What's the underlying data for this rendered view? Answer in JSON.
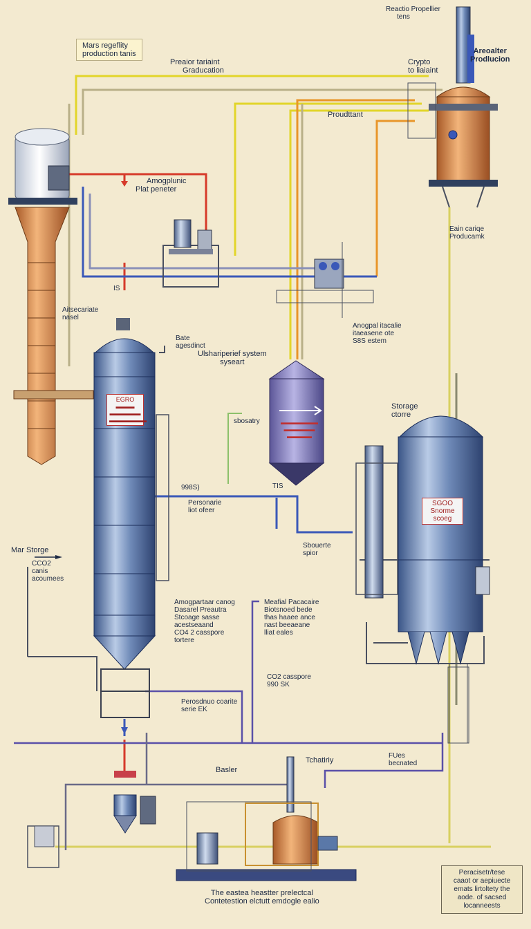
{
  "labels": {
    "top_right_title": "Reactio Propellier",
    "top_right_sub": "tens",
    "mars_box": [
      "Mars regeflity",
      "production tanis"
    ],
    "preaior": [
      "Preaior tariaint",
      "Graducation"
    ],
    "crypto": [
      "Crypto",
      "to liaiaint"
    ],
    "areoalter": [
      "Areoalter",
      "Prodlucion"
    ],
    "producttant": "Proudttant",
    "amogplunic": [
      "Amogplunic",
      "Plat peneter"
    ],
    "eain": [
      "Eain cariqe",
      "Producamk"
    ],
    "is": "IS",
    "aitsecariate": [
      "Aitsecariate",
      "nasel"
    ],
    "bate": [
      "Bate",
      "agesdinct"
    ],
    "ulsharpierf": [
      "Ulshariperief system",
      "syseart"
    ],
    "anogpal": [
      "Anogpal itacalie",
      "itaeasene ote",
      "S8S estem"
    ],
    "storage": [
      "Storage",
      "ctorre"
    ],
    "sbosatry": "sbosatry",
    "num_985": "998S)",
    "tis": "TIS",
    "personarie": [
      "Personarie",
      "liot ofeer"
    ],
    "sbouerte": [
      "Sbouerte",
      "spior"
    ],
    "mar_storage": "Mar Storge",
    "co2_left": [
      "CCO2",
      "canis",
      "acoumees"
    ],
    "amogp2": [
      "Amogpartaar canog",
      "Dasarel Preautra",
      "Stcoage sasse",
      "acestseaand",
      "CO4 2 casspore",
      "tortere"
    ],
    "meafial": [
      "Meafial Pacacaire",
      "Biotsnoed bede",
      "thas haaee ance",
      "nast beeaeane",
      "lliat eales"
    ],
    "co2_capore": [
      "CO2 casspore",
      "990 SK"
    ],
    "perosdrue": [
      "Perosdnuo coarite",
      "serie EK"
    ],
    "flves": [
      "FUes",
      "becnated"
    ],
    "basler": "Basler",
    "tchamrity": "Tchatiriy",
    "bottom_caption": [
      "The eastea heastter prelectcal",
      "Contetestion elctutt emdogle ealio"
    ],
    "bottom_box": [
      "Peracisetr/tese",
      "caaot or aepiuecte",
      "emats lirtoltety the",
      "aode. of sacsed",
      "locanneests"
    ]
  },
  "tank_tags": {
    "left_tank": [
      "EGRO",
      "▬▬▬",
      "▬▬▬▬▬",
      "▬▬▬▬▬▬"
    ],
    "middle_tank": [
      "",
      "▬▬▬▬▬▬",
      "▬▬▬▬▬",
      "▬▬▬▬"
    ],
    "right_tank": [
      "SGOO",
      "Snorme",
      "scoeg"
    ]
  },
  "colors": {
    "background": "#f3ead0",
    "line_yellow": "#e2d52a",
    "line_orange": "#e8962a",
    "line_red": "#d63a2a",
    "line_blue": "#3a58b8",
    "line_purple": "#5a50a8",
    "line_green": "#8cc06a",
    "tank_steel": "#5a78a8",
    "tank_orange": "#d98a4a",
    "tank_purple": "#8a84c0"
  }
}
